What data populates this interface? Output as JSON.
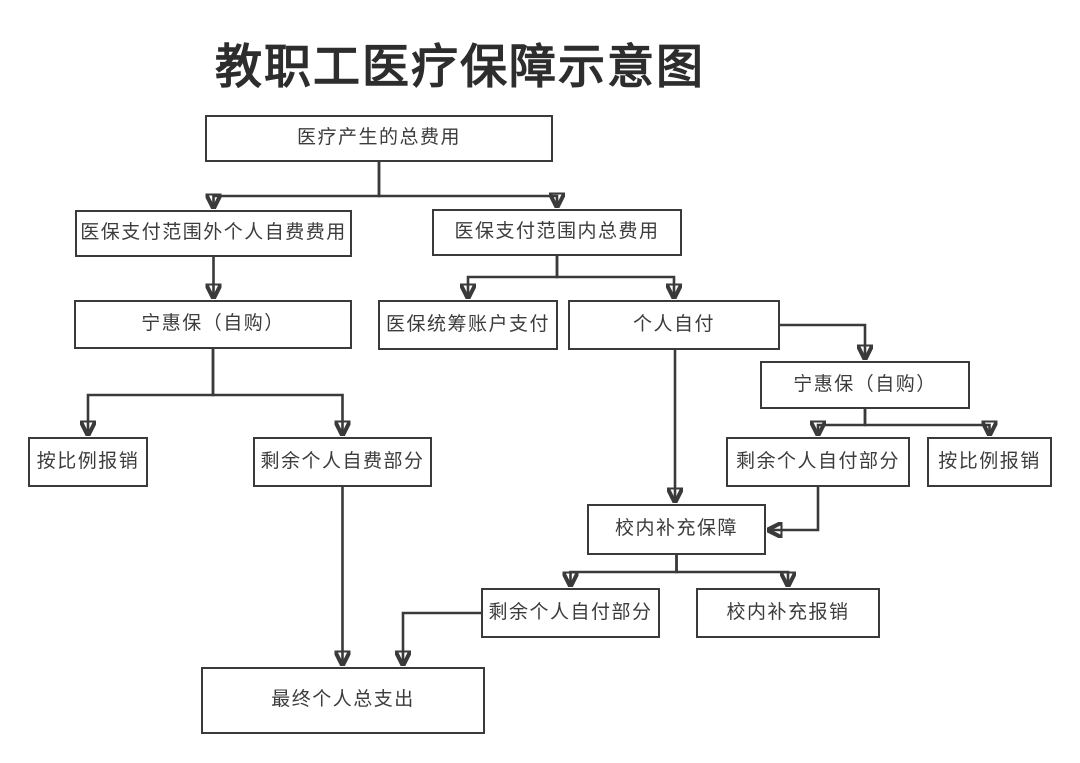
{
  "title": "教职工医疗保障示意图",
  "colors": {
    "line": "#3a3a3a",
    "box_border": "#3a3a3a",
    "text": "#3c3c3c",
    "title_text": "#2d2d2d",
    "background": "#ffffff"
  },
  "diagram": {
    "type": "flowchart",
    "nodes": [
      {
        "id": "total-medical-cost",
        "label": "医疗产生的总费用"
      },
      {
        "id": "out-of-scope-self-paid",
        "label": "医保支付范围外个人自费费用"
      },
      {
        "id": "in-scope-total",
        "label": "医保支付范围内总费用"
      },
      {
        "id": "ninghuibao-left",
        "label": "宁惠保（自购）"
      },
      {
        "id": "pooled-account-pay",
        "label": "医保统筹账户支付"
      },
      {
        "id": "personal-pay",
        "label": "个人自付"
      },
      {
        "id": "ninghuibao-right",
        "label": "宁惠保（自购）"
      },
      {
        "id": "proportional-reimburse-left",
        "label": "按比例报销"
      },
      {
        "id": "remaining-self-paid",
        "label": "剩余个人自费部分"
      },
      {
        "id": "remaining-personal-pay-right",
        "label": "剩余个人自付部分"
      },
      {
        "id": "proportional-reimburse-right",
        "label": "按比例报销"
      },
      {
        "id": "campus-supplement",
        "label": "校内补充保障"
      },
      {
        "id": "remaining-personal-pay-bottom",
        "label": "剩余个人自付部分"
      },
      {
        "id": "campus-supplement-reimburse",
        "label": "校内补充报销"
      },
      {
        "id": "final-total-spend",
        "label": "最终个人总支出"
      }
    ],
    "edges": [
      {
        "from": "total-medical-cost",
        "to": "out-of-scope-self-paid"
      },
      {
        "from": "total-medical-cost",
        "to": "in-scope-total"
      },
      {
        "from": "out-of-scope-self-paid",
        "to": "ninghuibao-left"
      },
      {
        "from": "ninghuibao-left",
        "to": "proportional-reimburse-left"
      },
      {
        "from": "ninghuibao-left",
        "to": "remaining-self-paid"
      },
      {
        "from": "in-scope-total",
        "to": "pooled-account-pay"
      },
      {
        "from": "in-scope-total",
        "to": "personal-pay"
      },
      {
        "from": "personal-pay",
        "to": "ninghuibao-right"
      },
      {
        "from": "personal-pay",
        "to": "campus-supplement"
      },
      {
        "from": "ninghuibao-right",
        "to": "remaining-personal-pay-right"
      },
      {
        "from": "ninghuibao-right",
        "to": "proportional-reimburse-right"
      },
      {
        "from": "remaining-personal-pay-right",
        "to": "campus-supplement"
      },
      {
        "from": "campus-supplement",
        "to": "remaining-personal-pay-bottom"
      },
      {
        "from": "campus-supplement",
        "to": "campus-supplement-reimburse"
      },
      {
        "from": "remaining-self-paid",
        "to": "final-total-spend"
      },
      {
        "from": "remaining-personal-pay-bottom",
        "to": "final-total-spend"
      }
    ]
  }
}
